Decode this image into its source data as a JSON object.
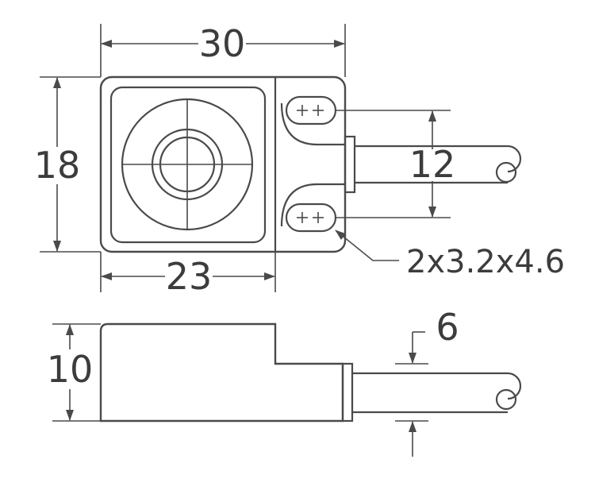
{
  "drawing": {
    "dimensions": {
      "width_total": "30",
      "height_total": "18",
      "sensing_face_width": "23",
      "cable_spacing": "12",
      "mounting_holes": "2x3.2x4.6",
      "side_height": "10",
      "cable_thickness": "6"
    }
  },
  "colors": {
    "stroke": "#4a4a4a",
    "text": "#3c3c3c",
    "background": "#ffffff"
  }
}
